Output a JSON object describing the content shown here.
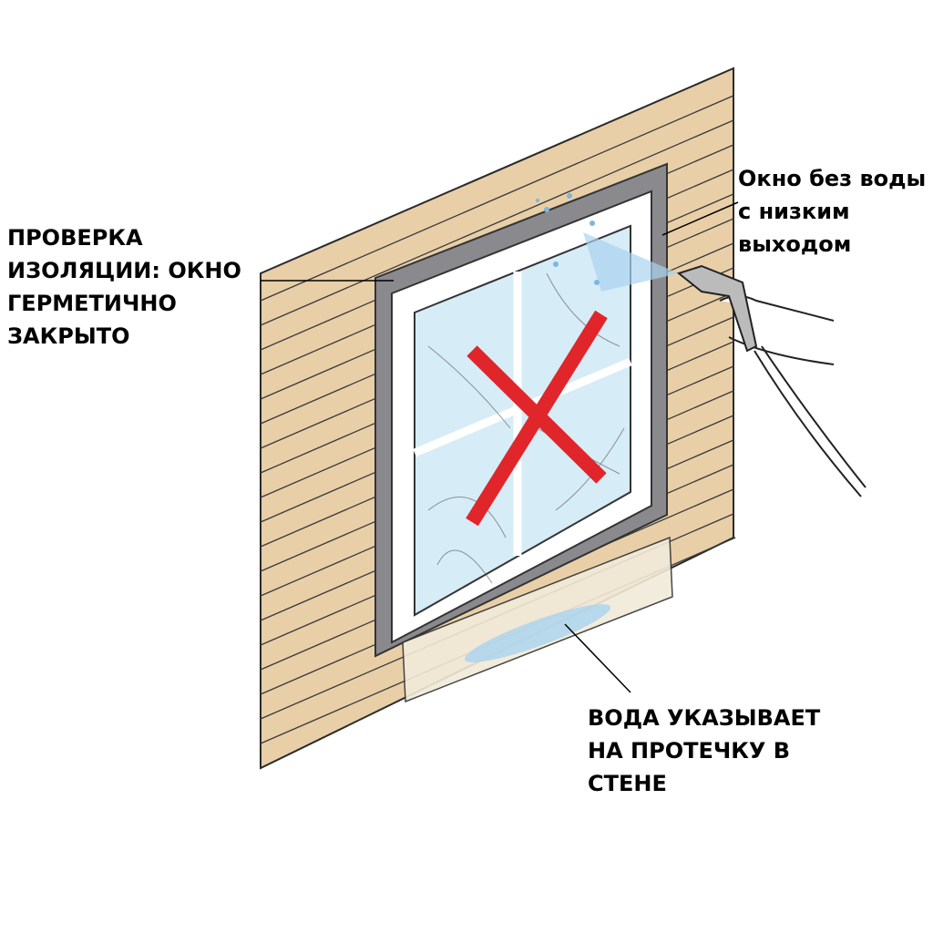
{
  "labels": {
    "left": [
      "ПРОВЕРКА",
      "ИЗОЛЯЦИИ: ОКНО",
      "ГЕРМЕТИЧНО",
      "ЗАКРЫТО"
    ],
    "right": [
      "Окно без воды",
      "с низким",
      "выходом"
    ],
    "bottom": [
      "ВОДА УКАЗЫВАЕТ",
      "НА ПРОТЕЧКУ В",
      "СТЕНЕ"
    ]
  },
  "colors": {
    "wall": "#e8cfa8",
    "wall_lines": "#3a3a3a",
    "tape": "#8a8a8e",
    "frame": "#ffffff",
    "glass": "#d6ecf7",
    "cross": "#e0262a",
    "water": "#a9d3ef",
    "bag": "#f1ead9"
  }
}
